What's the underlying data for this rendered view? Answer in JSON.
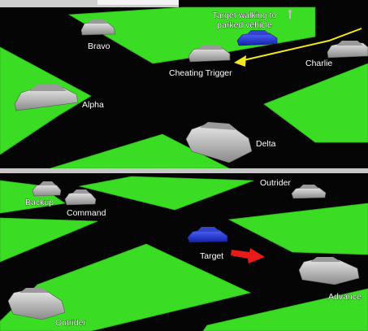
{
  "colors": {
    "road": "#050505",
    "grass": "#3bdc24",
    "grass_edge": "#2fb31c",
    "divider": "#c8c8c8",
    "label": "#ffffff",
    "car_body": "#bdbdbd",
    "target_car": "#2233dd",
    "route_arrow": "#f2e81c",
    "direction_arrow": "#e81a1a"
  },
  "top_panel": {
    "labels": {
      "target_walking_line1": "Target walking to",
      "target_walking_line2": "parked vehicle",
      "bravo": "Bravo",
      "cheating_trigger": "Cheating Trigger",
      "charlie": "Charlie",
      "alpha": "Alpha",
      "delta": "Delta"
    }
  },
  "bottom_panel": {
    "labels": {
      "outrider_top": "Outrider",
      "backup": "Backup",
      "command": "Command",
      "target": "Target",
      "advance": "Advance",
      "outrider_bottom": "Outrider"
    }
  }
}
